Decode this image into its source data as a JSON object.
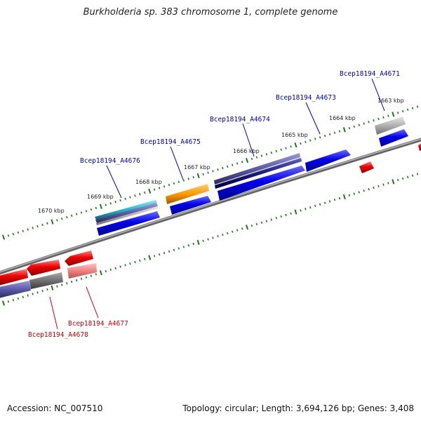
{
  "title": "Burkholderia sp. 383 chromosome 1, complete genome",
  "footer": {
    "accession": "Accession: NC_007510",
    "summary": "Topology: circular; Length: 3,694,126 bp; Genes: 3,408"
  },
  "colors": {
    "backbone": "#808080",
    "tick": "#1a7a1a",
    "forward_label": "#0000b0",
    "reverse_label": "#cc0000",
    "cds_forward": "#0000ee",
    "cds_reverse": "#ee0000"
  },
  "scale_labels": [
    "1670 kbp",
    "1669 kbp",
    "1668 kbp",
    "1667 kbp",
    "1666 kbp",
    "1665 kbp",
    "1664 kbp",
    "1663 kbp"
  ],
  "gene_labels": {
    "forward": [
      "Bcep18194_A4676",
      "Bcep18194_A4675",
      "Bcep18194_A4674",
      "Bcep18194_A4673",
      "Bcep18194_A4671"
    ],
    "reverse": [
      "Bcep18194_A4677",
      "Bcep18194_A4678"
    ]
  }
}
